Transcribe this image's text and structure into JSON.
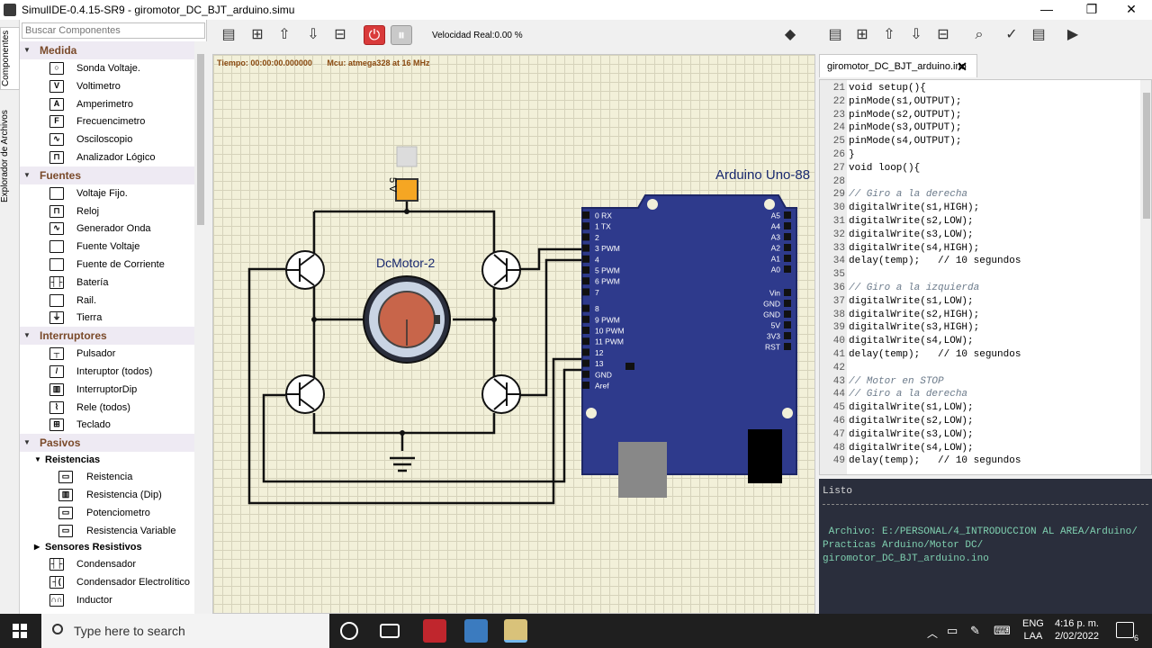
{
  "window": {
    "title": "SimulIDE-0.4.15-SR9   -   giromotor_DC_BJT_arduino.simu",
    "minimize": "—",
    "maximize": "❐",
    "close": "✕"
  },
  "side_tabs": {
    "components": "Componentes",
    "file_explorer": "Explorador de Archivos"
  },
  "search": {
    "placeholder": "Buscar Componentes"
  },
  "components": [
    {
      "type": "cat",
      "label": "Medida"
    },
    {
      "type": "item",
      "label": "Sonda Voltaje.",
      "icon": "probe-icon",
      "glyph": "○"
    },
    {
      "type": "item",
      "label": "Voltimetro",
      "icon": "voltmeter-icon",
      "glyph": "V"
    },
    {
      "type": "item",
      "label": "Amperimetro",
      "icon": "ammeter-icon",
      "glyph": "A"
    },
    {
      "type": "item",
      "label": "Frecuencimetro",
      "icon": "frequency-meter-icon",
      "glyph": "F"
    },
    {
      "type": "item",
      "label": "Osciloscopio",
      "icon": "oscilloscope-icon",
      "glyph": "∿"
    },
    {
      "type": "item",
      "label": "Analizador Lógico",
      "icon": "logic-analyzer-icon",
      "glyph": "⊓"
    },
    {
      "type": "cat",
      "label": "Fuentes"
    },
    {
      "type": "item",
      "label": "Voltaje Fijo.",
      "icon": "fixed-voltage-icon",
      "glyph": ""
    },
    {
      "type": "item",
      "label": "Reloj",
      "icon": "clock-icon",
      "glyph": "⊓"
    },
    {
      "type": "item",
      "label": "Generador Onda",
      "icon": "wave-generator-icon",
      "glyph": "∿"
    },
    {
      "type": "item",
      "label": "Fuente Voltaje",
      "icon": "voltage-source-icon",
      "glyph": ""
    },
    {
      "type": "item",
      "label": "Fuente de Corriente",
      "icon": "current-source-icon",
      "glyph": ""
    },
    {
      "type": "item",
      "label": "Batería",
      "icon": "battery-icon",
      "glyph": "┤├"
    },
    {
      "type": "item",
      "label": "Rail.",
      "icon": "rail-icon",
      "glyph": ""
    },
    {
      "type": "item",
      "label": "Tierra",
      "icon": "ground-icon",
      "glyph": "⏚"
    },
    {
      "type": "cat",
      "label": "Interruptores"
    },
    {
      "type": "item",
      "label": "Pulsador",
      "icon": "push-button-icon",
      "glyph": "┬"
    },
    {
      "type": "item",
      "label": "Interuptor (todos)",
      "icon": "switch-icon",
      "glyph": "/"
    },
    {
      "type": "item",
      "label": "InterruptorDip",
      "icon": "dip-switch-icon",
      "glyph": "▥"
    },
    {
      "type": "item",
      "label": "Rele (todos)",
      "icon": "relay-icon",
      "glyph": "⌇"
    },
    {
      "type": "item",
      "label": "Teclado",
      "icon": "keypad-icon",
      "glyph": "⊞"
    },
    {
      "type": "cat",
      "label": "Pasivos"
    },
    {
      "type": "sub",
      "label": "Reistencias",
      "state": "open"
    },
    {
      "type": "deep",
      "label": "Reistencia",
      "icon": "resistor-icon",
      "glyph": "▭"
    },
    {
      "type": "deep",
      "label": "Resistencia (Dip)",
      "icon": "resistor-dip-icon",
      "glyph": "▥"
    },
    {
      "type": "deep",
      "label": "Potenciometro",
      "icon": "potentiometer-icon",
      "glyph": "▭"
    },
    {
      "type": "deep",
      "label": "Resistencia Variable",
      "icon": "variable-resistor-icon",
      "glyph": "▭"
    },
    {
      "type": "sub",
      "label": "Sensores Resistivos",
      "state": "closed"
    },
    {
      "type": "item",
      "label": "Condensador",
      "icon": "capacitor-icon",
      "glyph": "┤├"
    },
    {
      "type": "item",
      "label": "Condensador Electrolítico",
      "icon": "electrolytic-capacitor-icon",
      "glyph": "┤("
    },
    {
      "type": "item",
      "label": "Inductor",
      "icon": "inductor-icon",
      "glyph": "∩∩"
    }
  ],
  "toolbar": {
    "speed": "Velocidad Real:0.00 %"
  },
  "sim_info": {
    "time": "Tiempo: 00:00:00.000000",
    "mcu": "Mcu: atmega328 at 16 MHz"
  },
  "circuit": {
    "motor_label": "DcMotor-2",
    "source_label": "5 V",
    "arduino_label": "Arduino Uno-88",
    "left_pins": [
      "0  RX",
      "1  TX",
      "2",
      "3  PWM",
      "4",
      "5  PWM",
      "6  PWM",
      "7",
      "8",
      "9  PWM",
      "10 PWM",
      "11 PWM",
      "12",
      "13",
      "GND",
      "Aref"
    ],
    "right_pins": [
      "A5",
      "A4",
      "A3",
      "A2",
      "A1",
      "A0",
      "Vin",
      "GND",
      "GND",
      "5V",
      "3V3",
      "RST"
    ]
  },
  "editor": {
    "tab_label": "giromotor_DC_BJT_arduino.ino",
    "lines": [
      {
        "n": "21",
        "t": "void setup(){",
        "c": "kw"
      },
      {
        "n": "22",
        "t": "pinMode(s1,OUTPUT);",
        "c": ""
      },
      {
        "n": "23",
        "t": "pinMode(s2,OUTPUT);",
        "c": ""
      },
      {
        "n": "24",
        "t": "pinMode(s3,OUTPUT);",
        "c": ""
      },
      {
        "n": "25",
        "t": "pinMode(s4,OUTPUT);",
        "c": ""
      },
      {
        "n": "26",
        "t": "}",
        "c": ""
      },
      {
        "n": "27",
        "t": "void loop(){",
        "c": "kw"
      },
      {
        "n": "28",
        "t": "",
        "c": ""
      },
      {
        "n": "29",
        "t": "// Giro a la derecha",
        "c": "cm"
      },
      {
        "n": "30",
        "t": "digitalWrite(s1,HIGH);",
        "c": ""
      },
      {
        "n": "31",
        "t": "digitalWrite(s2,LOW);",
        "c": ""
      },
      {
        "n": "32",
        "t": "digitalWrite(s3,LOW);",
        "c": ""
      },
      {
        "n": "33",
        "t": "digitalWrite(s4,HIGH);",
        "c": ""
      },
      {
        "n": "34",
        "t": "delay(temp);   // 10 segundos",
        "c": ""
      },
      {
        "n": "35",
        "t": "",
        "c": ""
      },
      {
        "n": "36",
        "t": "// Giro a la izquierda",
        "c": "cm"
      },
      {
        "n": "37",
        "t": "digitalWrite(s1,LOW);",
        "c": ""
      },
      {
        "n": "38",
        "t": "digitalWrite(s2,HIGH);",
        "c": ""
      },
      {
        "n": "39",
        "t": "digitalWrite(s3,HIGH);",
        "c": ""
      },
      {
        "n": "40",
        "t": "digitalWrite(s4,LOW);",
        "c": ""
      },
      {
        "n": "41",
        "t": "delay(temp);   // 10 segundos",
        "c": ""
      },
      {
        "n": "42",
        "t": "",
        "c": ""
      },
      {
        "n": "43",
        "t": "// Motor en STOP",
        "c": "cm"
      },
      {
        "n": "44",
        "t": "// Giro a la derecha",
        "c": "cm"
      },
      {
        "n": "45",
        "t": "digitalWrite(s1,LOW);",
        "c": ""
      },
      {
        "n": "46",
        "t": "digitalWrite(s2,LOW);",
        "c": ""
      },
      {
        "n": "47",
        "t": "digitalWrite(s3,LOW);",
        "c": ""
      },
      {
        "n": "48",
        "t": "digitalWrite(s4,LOW);",
        "c": ""
      },
      {
        "n": "49",
        "t": "delay(temp);   // 10 segundos",
        "c": ""
      }
    ]
  },
  "console": {
    "status": "Listo",
    "message": " Archivo: E:/PERSONAL/4_INTRODUCCION AL AREA/Arduino/\nPracticas Arduino/Motor DC/\ngiromotor_DC_BJT_arduino.ino"
  },
  "taskbar": {
    "search_placeholder": "Type here to search",
    "lang_top": "ENG",
    "lang_bottom": "LAA",
    "time": "4:16 p. m.",
    "date": "2/02/2022",
    "notifications": "6"
  },
  "colors": {
    "arduino_board": "#2e3a8c",
    "grid_bg": "#f2f0d9",
    "motor": "#c8654a",
    "source": "#f5a623",
    "category_text": "#7a4a2a",
    "console_bg": "#2a2e3c"
  }
}
